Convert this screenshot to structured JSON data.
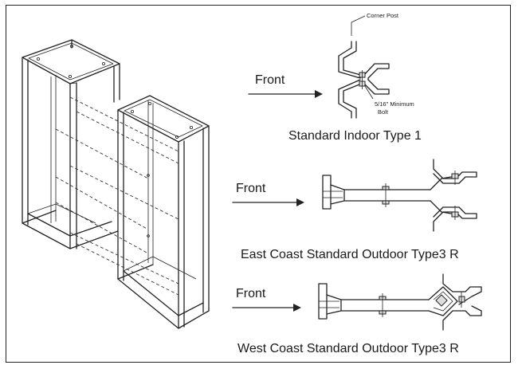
{
  "labels": {
    "corner_post": "Corner Post",
    "bolt_line1": "5/16\" Minimum",
    "bolt_line2": "Bolt",
    "front_1": "Front",
    "front_2": "Front",
    "front_3": "Front",
    "title_1": "Standard Indoor Type 1",
    "title_2": "East Coast Standard Outdoor Type3 R",
    "title_3": "West Coast Standard Outdoor Type3 R"
  },
  "colors": {
    "line": "#222222",
    "background": "#ffffff"
  },
  "icons": {
    "front_arrow": "arrow-right-icon"
  }
}
